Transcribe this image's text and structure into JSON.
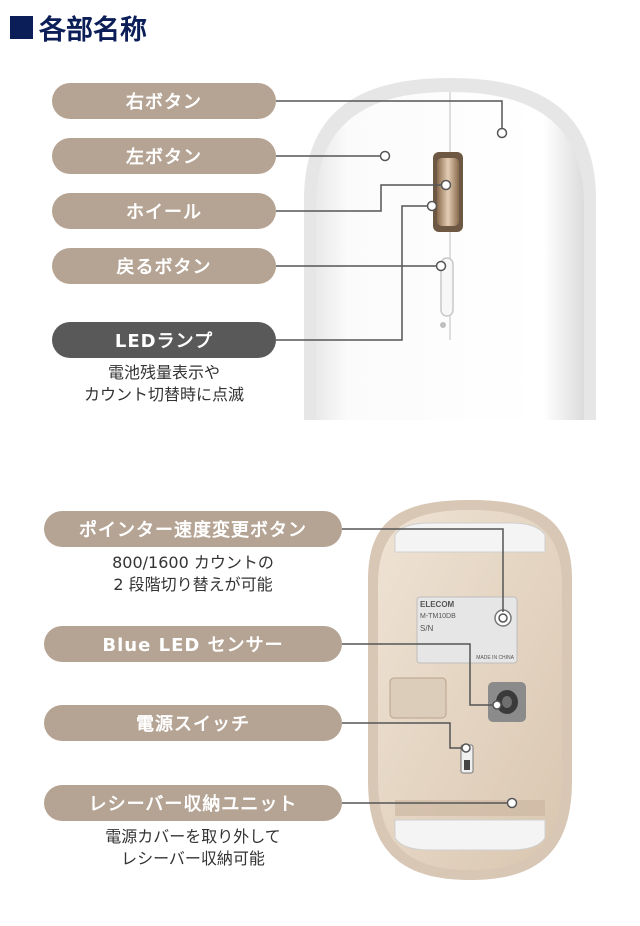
{
  "heading": "各部名称",
  "top_labels": [
    {
      "text": "右ボタン"
    },
    {
      "text": "左ボタン"
    },
    {
      "text": "ホイール"
    },
    {
      "text": "戻るボタン"
    },
    {
      "text": "LEDランプ"
    }
  ],
  "led_note": [
    "電池残量表示や",
    "カウント切替時に点滅"
  ],
  "bottom_labels": [
    {
      "text": "ポインター速度変更ボタン"
    },
    {
      "text": "Blue LED センサー"
    },
    {
      "text": "電源スイッチ"
    },
    {
      "text": "レシーバー収納ユニット"
    }
  ],
  "pointer_note": [
    "800/1600 カウントの",
    "2 段階切り替えが可能"
  ],
  "receiver_note": [
    "電源カバーを取り外して",
    "レシーバー収納可能"
  ],
  "product_label": {
    "brand": "ELECOM",
    "model": "M-TM10DB",
    "sn": "S/N",
    "origin": "MADE IN CHINA"
  },
  "colors": {
    "heading": "#0b1e58",
    "pill": "#b5a494",
    "pill_dark": "#595959",
    "mouse_body": "#ffffff",
    "mouse_bottom": "#e8d9c8",
    "leader_line": "#555555"
  }
}
